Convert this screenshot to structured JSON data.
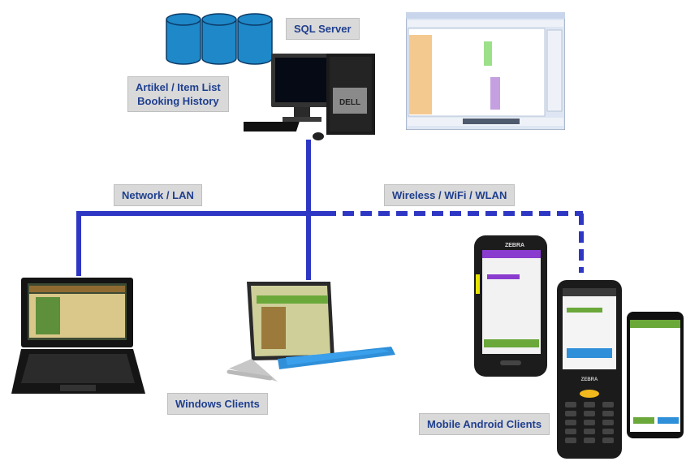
{
  "labels": {
    "sql_server": "SQL Server",
    "db_line1": "Artikel / Item List",
    "db_line2": "Booking History",
    "network": "Network / LAN",
    "wireless": "Wireless / WiFi / WLAN",
    "windows_clients": "Windows Clients",
    "mobile_clients": "Mobile Android Clients"
  },
  "device_text": {
    "zebra_brand": "ZEBRA",
    "pc_brand": "DELL"
  },
  "colors": {
    "network_line": "#2e36c4",
    "label_text": "#1f3f8f",
    "label_bg": "#d9d9d9",
    "database": "#1e88c8",
    "tablet_keyboard": "#2f8fd8",
    "app_green": "#6aa83a",
    "app_purple": "#8a3ccf"
  }
}
